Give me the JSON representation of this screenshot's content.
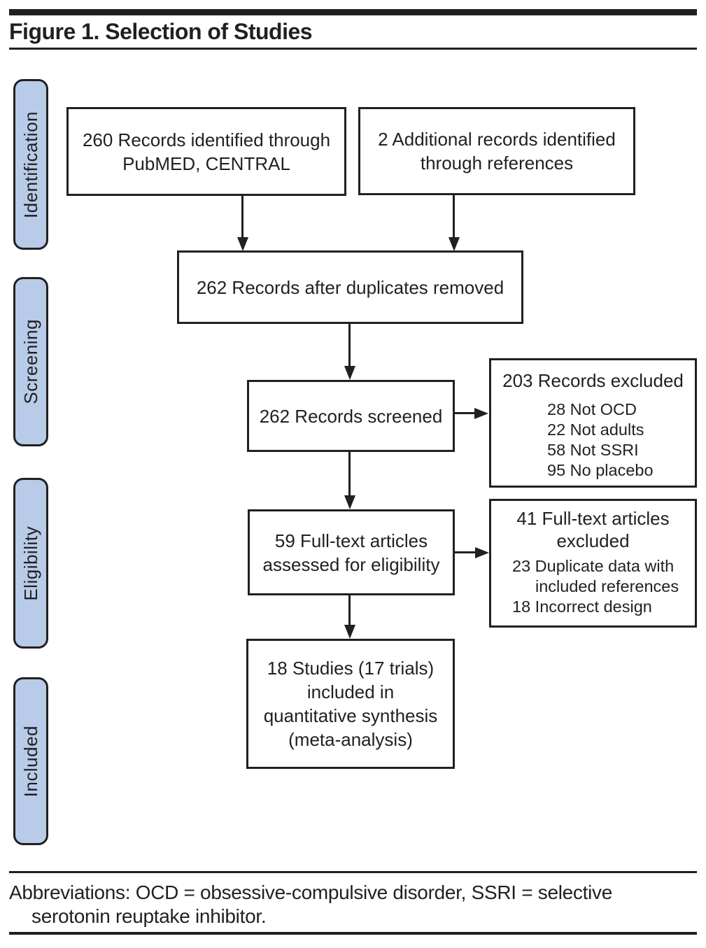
{
  "header": {
    "title": "Figure 1. Selection of Studies"
  },
  "sidebar": {
    "stages": [
      {
        "label": "Identification"
      },
      {
        "label": "Screening"
      },
      {
        "label": "Eligibility"
      },
      {
        "label": "Included"
      }
    ]
  },
  "flow": {
    "identified": {
      "lines": [
        "260 Records identified through",
        "PubMED, CENTRAL"
      ]
    },
    "additional": {
      "lines": [
        "2 Additional records identified",
        "through references"
      ]
    },
    "after_duplicates": {
      "lines": [
        "262 Records after duplicates removed"
      ]
    },
    "screened": {
      "lines": [
        "262 Records screened"
      ]
    },
    "records_excluded": {
      "title": "203 Records excluded",
      "items": [
        "28 Not OCD",
        "22 Not adults",
        "58 Not SSRI",
        "95 No placebo"
      ]
    },
    "fulltext_assessed": {
      "lines": [
        "59 Full-text articles",
        "assessed for eligibility"
      ]
    },
    "fulltext_excluded": {
      "title_lines": [
        "41 Full-text articles",
        "excluded"
      ],
      "items": [
        "23 Duplicate data with included references",
        "18 Incorrect design"
      ]
    },
    "included_synthesis": {
      "lines": [
        "18 Studies (17 trials)",
        "included in",
        "quantitative synthesis",
        "(meta-analysis)"
      ]
    }
  },
  "footer": {
    "lines": [
      "Abbreviations: OCD = obsessive-compulsive disorder, SSRI = selective",
      "serotonin reuptake inhibitor."
    ]
  },
  "colors": {
    "stage_fill": "#b8cbe9",
    "stroke": "#231f20"
  }
}
